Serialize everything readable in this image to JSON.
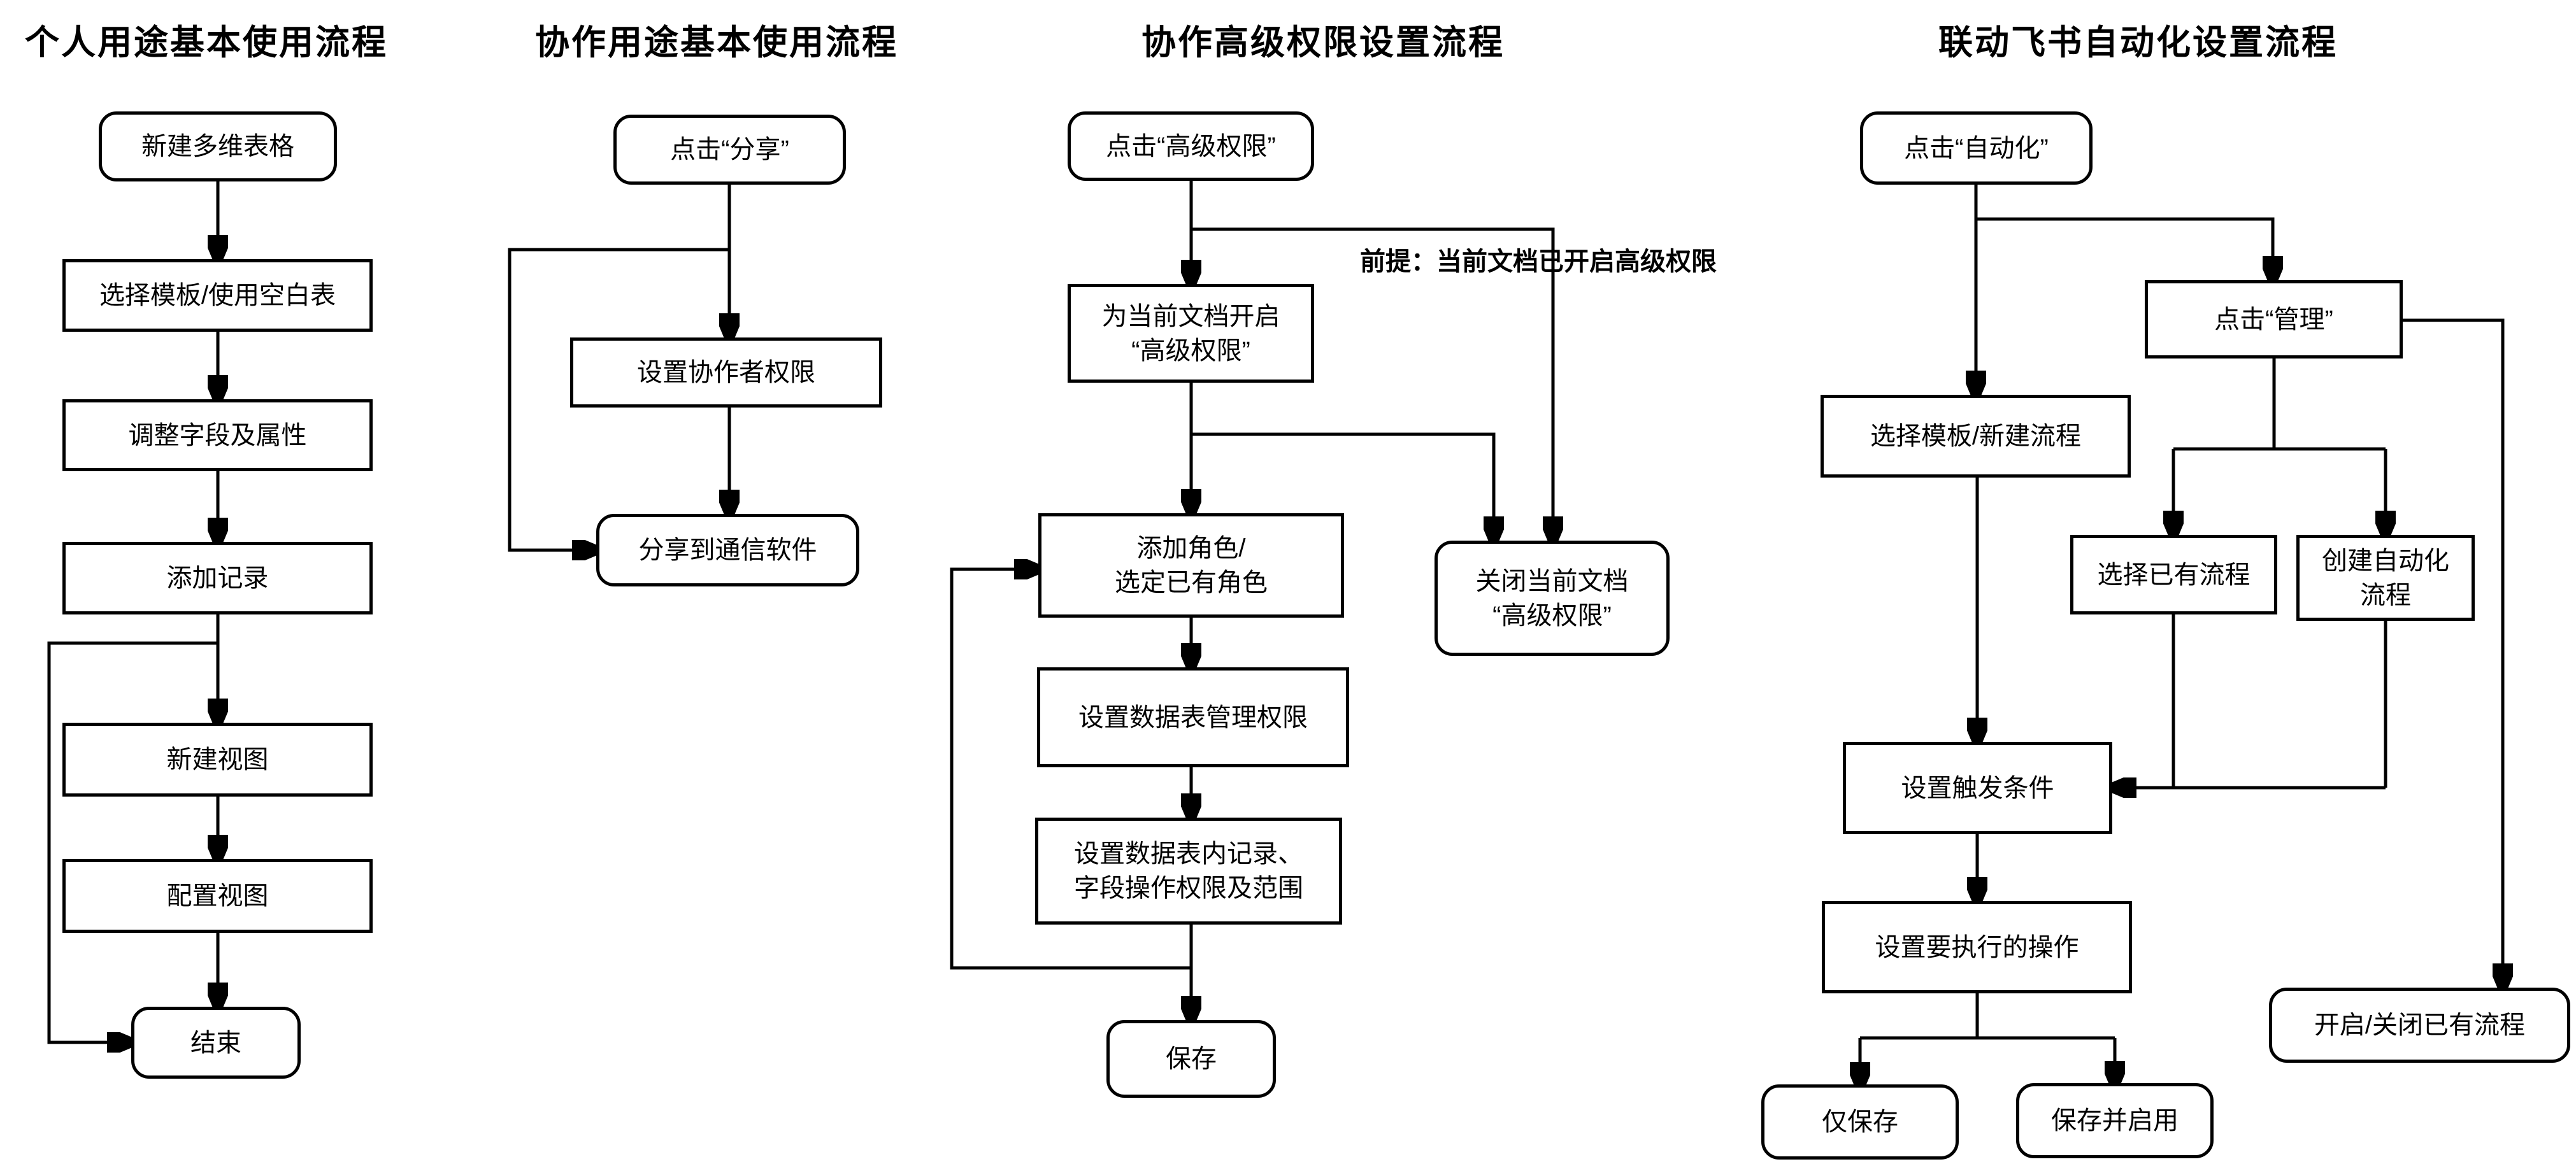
{
  "colors": {
    "background": "#ffffff",
    "line": "#000000",
    "text": "#000000"
  },
  "flows": [
    {
      "title": "个人用途基本使用流程",
      "nodes": [
        {
          "label": "新建多维表格"
        },
        {
          "label": "选择模板/使用空白表"
        },
        {
          "label": "调整字段及属性"
        },
        {
          "label": "添加记录"
        },
        {
          "label": "新建视图"
        },
        {
          "label": "配置视图"
        },
        {
          "label": "结束"
        }
      ]
    },
    {
      "title": "协作用途基本使用流程",
      "nodes": [
        {
          "label": "点击“分享”"
        },
        {
          "label": "设置协作者权限"
        },
        {
          "label": "分享到通信软件"
        }
      ]
    },
    {
      "title": "协作高级权限设置流程",
      "note": "前提：当前文档已开启高级权限",
      "nodes": [
        {
          "label": "点击“高级权限”"
        },
        {
          "label": "为当前文档开启\n“高级权限”"
        },
        {
          "label": "添加角色/\n选定已有角色"
        },
        {
          "label": "关闭当前文档\n“高级权限”"
        },
        {
          "label": "设置数据表管理权限"
        },
        {
          "label": "设置数据表内记录、\n字段操作权限及范围"
        },
        {
          "label": "保存"
        }
      ]
    },
    {
      "title": "联动飞书自动化设置流程",
      "nodes": [
        {
          "label": "点击“自动化”"
        },
        {
          "label": "点击“管理”"
        },
        {
          "label": "选择模板/新建流程"
        },
        {
          "label": "选择已有流程"
        },
        {
          "label": "创建自动化\n流程"
        },
        {
          "label": "设置触发条件"
        },
        {
          "label": "设置要执行的操作"
        },
        {
          "label": "仅保存"
        },
        {
          "label": "保存并启用"
        },
        {
          "label": "开启/关闭已有流程"
        }
      ]
    }
  ]
}
